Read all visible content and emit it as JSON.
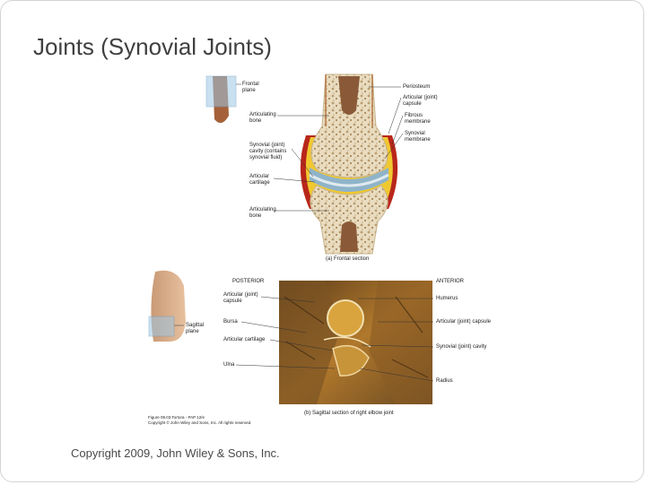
{
  "slide": {
    "title": "Joints (Synovial Joints)",
    "copyright": "Copyright 2009, John Wiley & Sons, Inc."
  },
  "figure_a": {
    "inset_label": "Frontal\nplane",
    "left_labels": [
      "Articulating\nbone",
      "Synovial (joint)\ncavity (contains\nsynovial fluid)",
      "Articular\ncartilage",
      "Articulating\nbone"
    ],
    "right_labels": [
      "Periosteum",
      "Articular (joint)\ncapsule",
      "Fibrous\nmembrane",
      "Synovial\nmembrane"
    ],
    "caption": "(a) Frontal section"
  },
  "figure_b": {
    "posterior": "POSTERIOR",
    "anterior": "ANTERIOR",
    "inset_label": "Sagittal\nplane",
    "left_labels": [
      "Articular (joint)\ncapsule",
      "Bursa",
      "Articular cartilage",
      "Ulna"
    ],
    "right_labels": [
      "Humerus",
      "Articular (joint) capsule",
      "Synovial (joint) cavity",
      "Radius"
    ],
    "caption": "(b) Sagittal section of right elbow joint",
    "credit": "Figure 09.03 Tortora - PAP 12/e\nCopyright © John Wiley and Sons, Inc. All rights reserved."
  }
}
